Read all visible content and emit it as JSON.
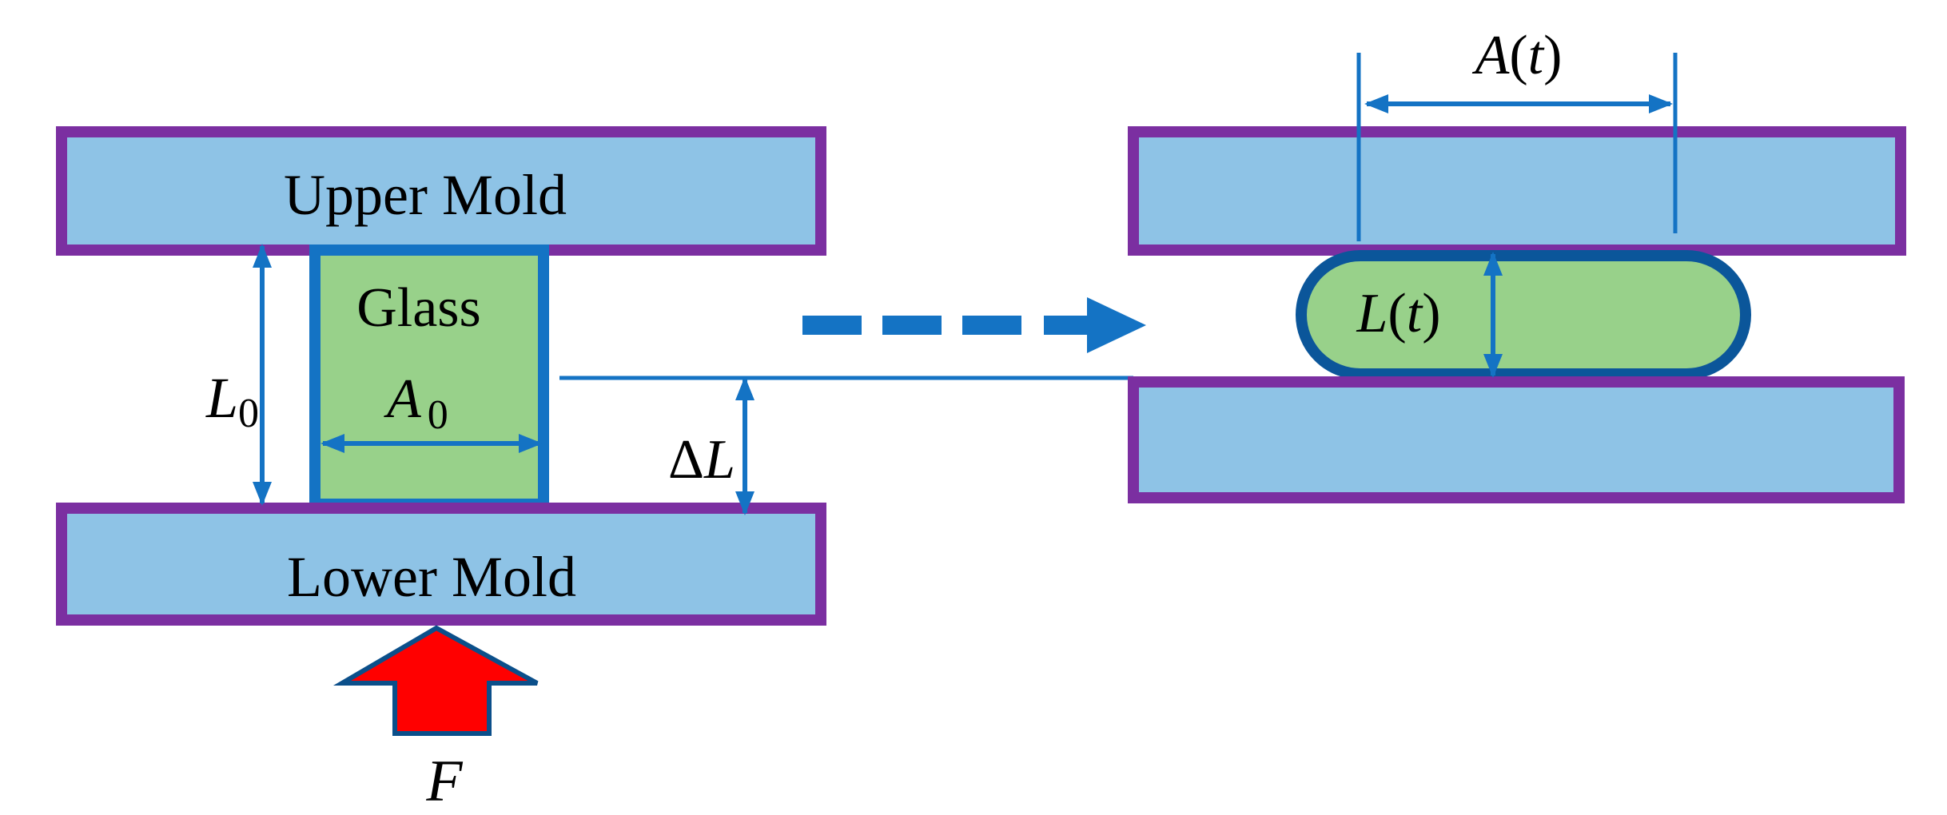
{
  "labels": {
    "upper_mold": "Upper Mold",
    "lower_mold": "Lower Mold",
    "glass": "Glass",
    "initial_length": {
      "symbol": "L",
      "subscript": "0"
    },
    "initial_area": {
      "symbol": "A",
      "subscript": "0"
    },
    "displacement": {
      "delta": "Δ",
      "symbol": "L"
    },
    "force": "F",
    "area_over_time": {
      "symbol": "A",
      "open": "(",
      "var": "t",
      "close": ")"
    },
    "length_over_time": {
      "symbol": "L",
      "open": "(",
      "var": "t",
      "close": ")"
    }
  },
  "colors": {
    "mold_fill": "#8ec3e6",
    "mold_border": "#7b2fa1",
    "glass_fill": "#98d18a",
    "glass_border": "#1473c4",
    "glass_border_deformed": "#0b569a",
    "dimension_line": "#1473c4",
    "transition_arrow": "#1473c4",
    "force_arrow_fill": "#ff0000",
    "force_arrow_border": "#0b4f8a"
  }
}
